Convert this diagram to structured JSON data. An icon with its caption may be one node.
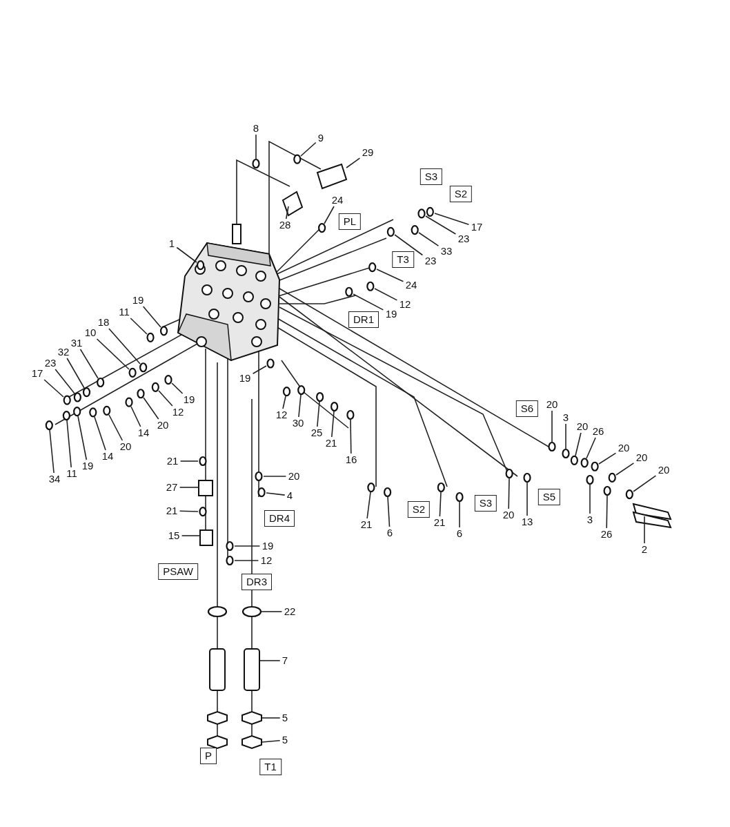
{
  "diagram": {
    "nodes": [
      {
        "text": [
          "1"
        ]
      },
      {
        "text": [
          "8"
        ]
      },
      {
        "text": [
          "9"
        ]
      },
      {
        "text": [
          "29"
        ]
      },
      {
        "text": [
          "28"
        ]
      },
      {
        "text": [
          "24"
        ]
      },
      {
        "text": [
          "PL"
        ]
      },
      {
        "text": [
          "S3"
        ]
      },
      {
        "text": [
          "S2"
        ]
      },
      {
        "text": [
          "17"
        ]
      },
      {
        "text": [
          "23"
        ]
      },
      {
        "text": [
          "33"
        ]
      },
      {
        "text": [
          "23"
        ]
      },
      {
        "text": [
          "T3"
        ]
      },
      {
        "text": [
          "24"
        ]
      },
      {
        "text": [
          "12"
        ]
      },
      {
        "text": [
          "19"
        ]
      },
      {
        "text": [
          "DR1"
        ]
      },
      {
        "text": [
          "19"
        ]
      },
      {
        "text": [
          "11"
        ]
      },
      {
        "text": [
          "18"
        ]
      },
      {
        "text": [
          "10"
        ]
      },
      {
        "text": [
          "31"
        ]
      },
      {
        "text": [
          "32"
        ]
      },
      {
        "text": [
          "23"
        ]
      },
      {
        "text": [
          "17"
        ]
      },
      {
        "text": [
          "19"
        ]
      },
      {
        "text": [
          "12"
        ]
      },
      {
        "text": [
          "20"
        ]
      },
      {
        "text": [
          "14"
        ]
      },
      {
        "text": [
          "20"
        ]
      },
      {
        "text": [
          "14"
        ]
      },
      {
        "text": [
          "19"
        ]
      },
      {
        "text": [
          "11"
        ]
      },
      {
        "text": [
          "34"
        ]
      },
      {
        "text": [
          "21"
        ]
      },
      {
        "text": [
          "27"
        ]
      },
      {
        "text": [
          "21"
        ]
      },
      {
        "text": [
          "15"
        ]
      },
      {
        "text": [
          "PSAW"
        ]
      },
      {
        "text": [
          "19"
        ]
      },
      {
        "text": [
          "12"
        ]
      },
      {
        "text": [
          "30"
        ]
      },
      {
        "text": [
          "25"
        ]
      },
      {
        "text": [
          "21"
        ]
      },
      {
        "text": [
          "16"
        ]
      },
      {
        "text": [
          "20"
        ]
      },
      {
        "text": [
          "4"
        ]
      },
      {
        "text": [
          "DR4"
        ]
      },
      {
        "text": [
          "19"
        ]
      },
      {
        "text": [
          "12"
        ]
      },
      {
        "text": [
          "DR3"
        ]
      },
      {
        "text": [
          "22"
        ]
      },
      {
        "text": [
          "7"
        ]
      },
      {
        "text": [
          "5"
        ]
      },
      {
        "text": [
          "5"
        ]
      },
      {
        "text": [
          "P"
        ]
      },
      {
        "text": [
          "T1"
        ]
      },
      {
        "text": [
          "21"
        ]
      },
      {
        "text": [
          "6"
        ]
      },
      {
        "text": [
          "S2"
        ]
      },
      {
        "text": [
          "21"
        ]
      },
      {
        "text": [
          "6"
        ]
      },
      {
        "text": [
          "S3"
        ]
      },
      {
        "text": [
          "20"
        ]
      },
      {
        "text": [
          "13"
        ]
      },
      {
        "text": [
          "S5"
        ]
      },
      {
        "text": [
          "S6"
        ]
      },
      {
        "text": [
          "20"
        ]
      },
      {
        "text": [
          "3"
        ]
      },
      {
        "text": [
          "20"
        ]
      },
      {
        "text": [
          "26"
        ]
      },
      {
        "text": [
          "20"
        ]
      },
      {
        "text": [
          "20"
        ]
      },
      {
        "text": [
          "20"
        ]
      },
      {
        "text": [
          "3"
        ]
      },
      {
        "text": [
          "26"
        ]
      },
      {
        "text": [
          "2"
        ]
      }
    ],
    "edges": [
      {
        "from": 0,
        "to": null,
        "arrow": "none"
      },
      {
        "from": 1,
        "to": null,
        "arrow": "none"
      },
      {
        "from": 2,
        "to": null,
        "arrow": "none"
      },
      {
        "from": 3,
        "to": null,
        "arrow": "none"
      },
      {
        "from": 4,
        "to": null,
        "arrow": "none"
      },
      {
        "from": 5,
        "to": null,
        "arrow": "none"
      },
      {
        "from": 9,
        "to": null,
        "arrow": "none"
      },
      {
        "from": 10,
        "to": null,
        "arrow": "none"
      },
      {
        "from": 11,
        "to": null,
        "arrow": "none"
      },
      {
        "from": 12,
        "to": null,
        "arrow": "none"
      },
      {
        "from": 14,
        "to": null,
        "arrow": "none"
      },
      {
        "from": 15,
        "to": null,
        "arrow": "none"
      },
      {
        "from": 16,
        "to": null,
        "arrow": "none"
      },
      {
        "from": 18,
        "to": null,
        "arrow": "none"
      },
      {
        "from": 19,
        "to": null,
        "arrow": "none"
      },
      {
        "from": 20,
        "to": null,
        "arrow": "none"
      },
      {
        "from": 21,
        "to": null,
        "arrow": "none"
      },
      {
        "from": 22,
        "to": null,
        "arrow": "none"
      },
      {
        "from": 23,
        "to": null,
        "arrow": "none"
      },
      {
        "from": 24,
        "to": null,
        "arrow": "none"
      },
      {
        "from": 25,
        "to": null,
        "arrow": "none"
      },
      {
        "from": 26,
        "to": null,
        "arrow": "none"
      },
      {
        "from": 27,
        "to": null,
        "arrow": "none"
      },
      {
        "from": 28,
        "to": null,
        "arrow": "none"
      },
      {
        "from": 29,
        "to": null,
        "arrow": "none"
      },
      {
        "from": 30,
        "to": null,
        "arrow": "none"
      },
      {
        "from": 31,
        "to": null,
        "arrow": "none"
      },
      {
        "from": 32,
        "to": null,
        "arrow": "none"
      },
      {
        "from": 33,
        "to": null,
        "arrow": "none"
      },
      {
        "from": 34,
        "to": null,
        "arrow": "none"
      },
      {
        "from": 35,
        "to": null,
        "arrow": "none"
      },
      {
        "from": 36,
        "to": null,
        "arrow": "none"
      },
      {
        "from": 37,
        "to": null,
        "arrow": "none"
      },
      {
        "from": 38,
        "to": null,
        "arrow": "none"
      },
      {
        "from": 40,
        "to": null,
        "arrow": "none"
      },
      {
        "from": 41,
        "to": null,
        "arrow": "none"
      },
      {
        "from": 42,
        "to": null,
        "arrow": "none"
      },
      {
        "from": 43,
        "to": null,
        "arrow": "none"
      },
      {
        "from": 44,
        "to": null,
        "arrow": "none"
      },
      {
        "from": 45,
        "to": null,
        "arrow": "none"
      },
      {
        "from": 46,
        "to": null,
        "arrow": "none"
      },
      {
        "from": 47,
        "to": null,
        "arrow": "none"
      },
      {
        "from": 49,
        "to": null,
        "arrow": "none"
      },
      {
        "from": 50,
        "to": null,
        "arrow": "none"
      },
      {
        "from": 52,
        "to": null,
        "arrow": "none"
      },
      {
        "from": 53,
        "to": null,
        "arrow": "none"
      },
      {
        "from": 54,
        "to": null,
        "arrow": "none"
      },
      {
        "from": 55,
        "to": null,
        "arrow": "none"
      },
      {
        "from": 58,
        "to": null,
        "arrow": "none"
      },
      {
        "from": 59,
        "to": null,
        "arrow": "none"
      },
      {
        "from": 61,
        "to": null,
        "arrow": "none"
      },
      {
        "from": 62,
        "to": null,
        "arrow": "none"
      },
      {
        "from": 64,
        "to": null,
        "arrow": "none"
      },
      {
        "from": 65,
        "to": null,
        "arrow": "none"
      },
      {
        "from": 68,
        "to": null,
        "arrow": "none"
      },
      {
        "from": 69,
        "to": null,
        "arrow": "none"
      },
      {
        "from": 70,
        "to": null,
        "arrow": "none"
      },
      {
        "from": 71,
        "to": null,
        "arrow": "none"
      },
      {
        "from": 72,
        "to": null,
        "arrow": "none"
      },
      {
        "from": 73,
        "to": null,
        "arrow": "none"
      },
      {
        "from": 74,
        "to": null,
        "arrow": "none"
      },
      {
        "from": 75,
        "to": null,
        "arrow": "none"
      },
      {
        "from": 76,
        "to": null,
        "arrow": "none"
      },
      {
        "from": 77,
        "to": null,
        "arrow": "none"
      }
    ]
  }
}
